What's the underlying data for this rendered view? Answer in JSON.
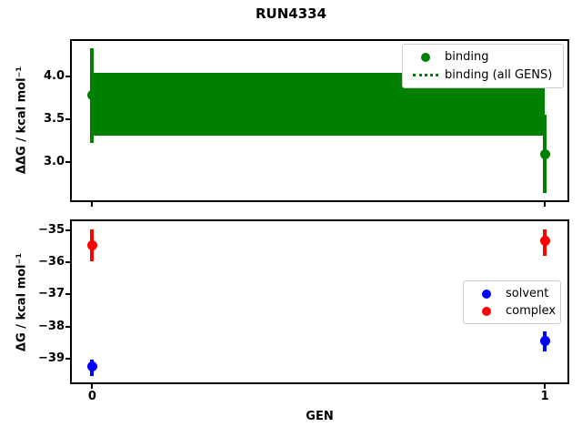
{
  "title": "RUN4334",
  "colors": {
    "green": "#008000",
    "blue": "#0000ff",
    "red": "#ff0000",
    "axis": "#000000",
    "legend_edge": "#cccccc"
  },
  "chart_data": [
    {
      "id": "ddg",
      "type": "scatter",
      "ylabel": "ΔΔG / kcal mol⁻¹",
      "xlabel": "",
      "xlim": [
        -0.045,
        1.05
      ],
      "ylim": [
        2.55,
        4.41
      ],
      "yticks": [
        4.0,
        3.5,
        3.0
      ],
      "ytick_labels": [
        "4.0",
        "3.5",
        "3.0"
      ],
      "xticks": [
        0,
        1
      ],
      "xtick_labels": [
        "",
        ""
      ],
      "grid": false,
      "legend_position": "upper right",
      "legend_items": [
        {
          "label": "binding",
          "marker": "circle",
          "color": "#008000"
        },
        {
          "label": "binding (all GENS)",
          "marker": "dotted-line",
          "color": "#008000"
        }
      ],
      "band": {
        "label": "binding (all GENS)",
        "x0": 0,
        "x1": 1,
        "lo": 3.3,
        "hi": 4.04,
        "mean": 3.67,
        "color": "#008000"
      },
      "series": [
        {
          "name": "binding",
          "color": "#008000",
          "marker": "circle",
          "points": [
            {
              "x": 0,
              "y": 3.78,
              "err_lo": 3.22,
              "err_hi": 4.32
            },
            {
              "x": 1,
              "y": 3.09,
              "err_lo": 2.63,
              "err_hi": 3.55
            }
          ]
        }
      ]
    },
    {
      "id": "dg",
      "type": "scatter",
      "ylabel": "ΔG / kcal mol⁻¹",
      "xlabel": "GEN",
      "xlim": [
        -0.045,
        1.05
      ],
      "ylim": [
        -39.74,
        -34.72
      ],
      "yticks": [
        -35,
        -36,
        -37,
        -38,
        -39
      ],
      "ytick_labels": [
        "−35",
        "−36",
        "−37",
        "−38",
        "−39"
      ],
      "xticks": [
        0,
        1
      ],
      "xtick_labels": [
        "0",
        "1"
      ],
      "grid": false,
      "legend_position": "center right",
      "legend_items": [
        {
          "label": "solvent",
          "marker": "circle",
          "color": "#0000ff"
        },
        {
          "label": "complex",
          "marker": "circle",
          "color": "#ff0000"
        }
      ],
      "series": [
        {
          "name": "solvent",
          "color": "#0000ff",
          "marker": "circle",
          "points": [
            {
              "x": 0,
              "y": -39.25,
              "err_lo": -39.54,
              "err_hi": -39.03
            },
            {
              "x": 1,
              "y": -38.46,
              "err_lo": -38.77,
              "err_hi": -38.16
            }
          ]
        },
        {
          "name": "complex",
          "color": "#ff0000",
          "marker": "circle",
          "points": [
            {
              "x": 0,
              "y": -35.48,
              "err_lo": -35.98,
              "err_hi": -34.98
            },
            {
              "x": 1,
              "y": -35.34,
              "err_lo": -35.81,
              "err_hi": -34.97
            }
          ]
        }
      ]
    }
  ]
}
